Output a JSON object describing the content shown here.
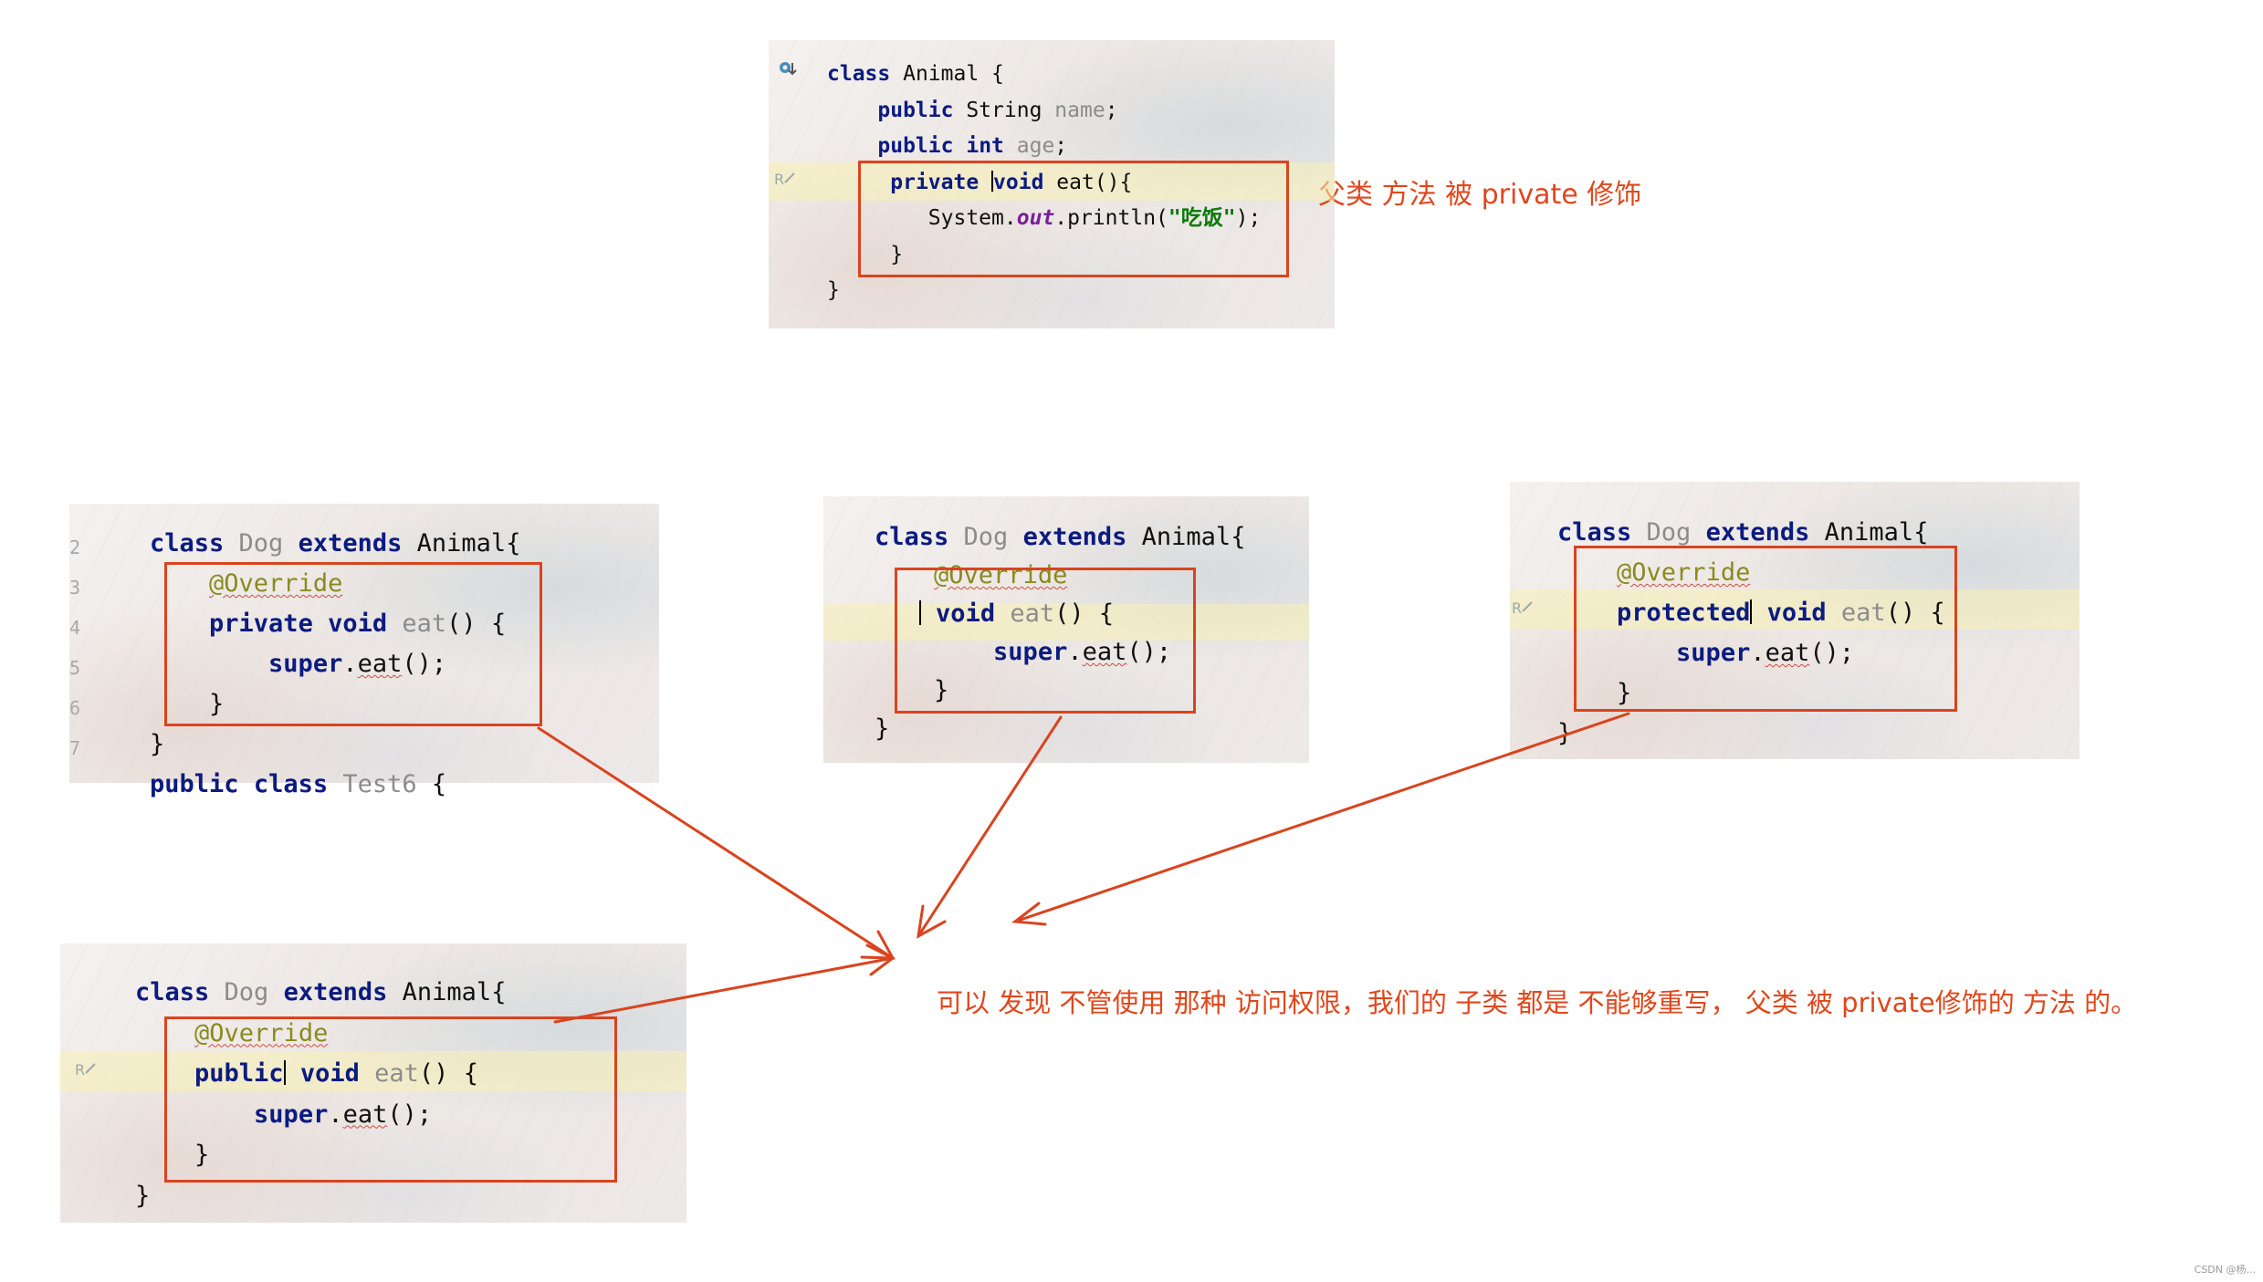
{
  "parent_snippet": {
    "line1_class": "class",
    "line1_name": "Animal {",
    "line2_public": "public",
    "line2_type": "String",
    "line2_field": "name",
    "line2_end": ";",
    "line3_public": "public",
    "line3_int": "int",
    "line3_field": "age",
    "line3_end": ";",
    "line4_private": "private",
    "line4_void": "void",
    "line4_rest": "eat(){",
    "line5_system": "System.",
    "line5_out": "out",
    "line5_println": ".println(",
    "line5_string": "\"吃饭\"",
    "line5_end": ");",
    "line6": "}",
    "line7": "}"
  },
  "label_parent": "父类 方法 被  private 修饰",
  "snippet_private": {
    "gutter": [
      "2",
      "3",
      "4",
      "5",
      "6",
      "7"
    ],
    "line1_class": "class",
    "line1_name": "Dog",
    "line1_extends": "extends",
    "line1_parent": "Animal{",
    "override": "@Override",
    "modifier": "private",
    "void": "void",
    "method": "eat",
    "method_end": "() {",
    "super": "super",
    "call": "eat",
    "call_end": "();",
    "close_method": "}",
    "close_class": "}",
    "cut_line_public": "public",
    "cut_line_class": "class",
    "cut_line_name": "Test6",
    "cut_line_end": "{"
  },
  "snippet_default": {
    "line1_class": "class",
    "line1_name": "Dog",
    "line1_extends": "extends",
    "line1_parent": "Animal{",
    "override": "@Override",
    "void": "void",
    "method": "eat",
    "method_end": "() {",
    "super": "super",
    "call": "eat",
    "call_end": "();",
    "close_method": "}",
    "close_class": "}"
  },
  "snippet_protected": {
    "line1_class": "class",
    "line1_name": "Dog",
    "line1_extends": "extends",
    "line1_parent": "Animal{",
    "override": "@Override",
    "modifier": "protected",
    "void": "void",
    "method": "eat",
    "method_end": "() {",
    "super": "super",
    "call": "eat",
    "call_end": "();",
    "close_method": "}",
    "close_class": "}"
  },
  "snippet_public": {
    "line1_class": "class",
    "line1_name": "Dog",
    "line1_extends": "extends",
    "line1_parent": "Animal{",
    "override": "@Override",
    "modifier": "public",
    "void": "void",
    "method": "eat",
    "method_end": "() {",
    "super": "super",
    "call": "eat",
    "call_end": "();",
    "close_method": "}",
    "close_class": "}"
  },
  "label_conclusion": "可以 发现 不管使用 那种 访问权限，我们的 子类 都是 不能够重写，  父类 被  private修饰的 方法 的。",
  "credit": "CSDN @杨...",
  "colors": {
    "annotation_red": "#d9441e",
    "keyword": "#0c1b80",
    "string_green": "#0b7a0b",
    "static_field_purple": "#7a1f9a",
    "annotation_olive": "#8a8a1f"
  }
}
